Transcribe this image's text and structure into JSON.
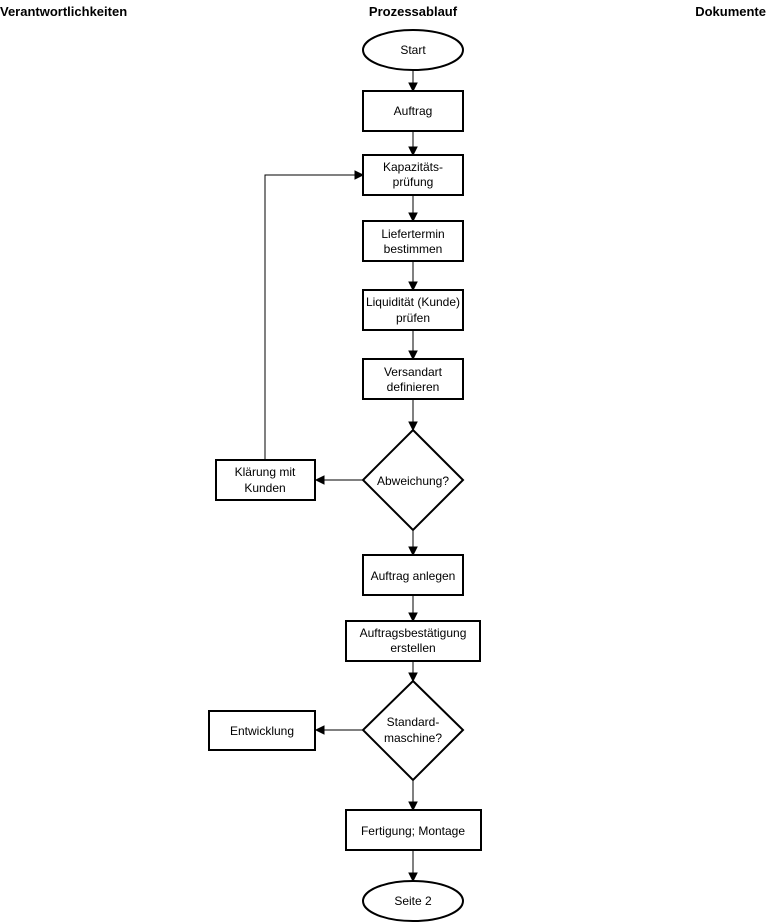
{
  "columns": {
    "left": "Verantwortlichkeiten",
    "center": "Prozessablauf",
    "right": "Dokumente"
  },
  "nodes": {
    "start": {
      "type": "terminal",
      "lines": [
        "Start"
      ]
    },
    "auftrag": {
      "type": "process",
      "lines": [
        "Auftrag"
      ]
    },
    "kapazitaet": {
      "type": "process",
      "lines": [
        "Kapazitäts-",
        "prüfung"
      ]
    },
    "liefertermin": {
      "type": "process",
      "lines": [
        "Liefertermin",
        "bestimmen"
      ]
    },
    "liquiditaet": {
      "type": "process",
      "lines": [
        "Liquidität (Kunde)",
        "prüfen"
      ]
    },
    "versandart": {
      "type": "process",
      "lines": [
        "Versandart",
        "definieren"
      ]
    },
    "abweichung": {
      "type": "decision",
      "lines": [
        "Abweichung?"
      ]
    },
    "klaerung": {
      "type": "process",
      "lines": [
        "Klärung mit",
        "Kunden"
      ]
    },
    "auftrag_anlegen": {
      "type": "process",
      "lines": [
        "Auftrag anlegen"
      ]
    },
    "bestaetigung": {
      "type": "process",
      "lines": [
        "Auftragsbestätigung",
        "erstellen"
      ]
    },
    "standard": {
      "type": "decision",
      "lines": [
        "Standard-",
        "maschine?"
      ]
    },
    "entwicklung": {
      "type": "process",
      "lines": [
        "Entwicklung"
      ]
    },
    "fertigung": {
      "type": "process",
      "lines": [
        "Fertigung; Montage"
      ]
    },
    "seite2": {
      "type": "terminal",
      "lines": [
        "Seite 2"
      ]
    }
  },
  "edges": [
    {
      "from": "start",
      "to": "auftrag"
    },
    {
      "from": "auftrag",
      "to": "kapazitaet"
    },
    {
      "from": "kapazitaet",
      "to": "liefertermin"
    },
    {
      "from": "liefertermin",
      "to": "liquiditaet"
    },
    {
      "from": "liquiditaet",
      "to": "versandart"
    },
    {
      "from": "versandart",
      "to": "abweichung"
    },
    {
      "from": "abweichung",
      "to": "klaerung"
    },
    {
      "from": "klaerung",
      "to": "kapazitaet"
    },
    {
      "from": "abweichung",
      "to": "auftrag_anlegen"
    },
    {
      "from": "auftrag_anlegen",
      "to": "bestaetigung"
    },
    {
      "from": "bestaetigung",
      "to": "standard"
    },
    {
      "from": "standard",
      "to": "entwicklung"
    },
    {
      "from": "standard",
      "to": "fertigung"
    },
    {
      "from": "fertigung",
      "to": "seite2"
    }
  ]
}
